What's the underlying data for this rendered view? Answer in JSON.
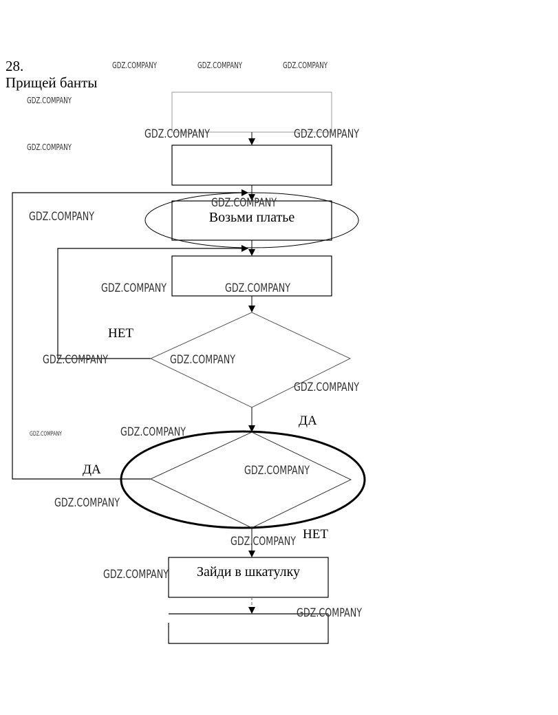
{
  "header": {
    "number": "28.",
    "title": "Прищей банты"
  },
  "blocks": {
    "block3": "Возьми платье",
    "block5": "Зайди в шкатулку"
  },
  "labels": {
    "decision1_no": "НЕТ",
    "decision1_yes": "ДА",
    "decision2_yes": "ДА",
    "decision2_no": "НЕТ"
  },
  "watermark": "GDZ.COMPANY",
  "colors": {
    "line": "#000000",
    "faint": "#999999"
  }
}
